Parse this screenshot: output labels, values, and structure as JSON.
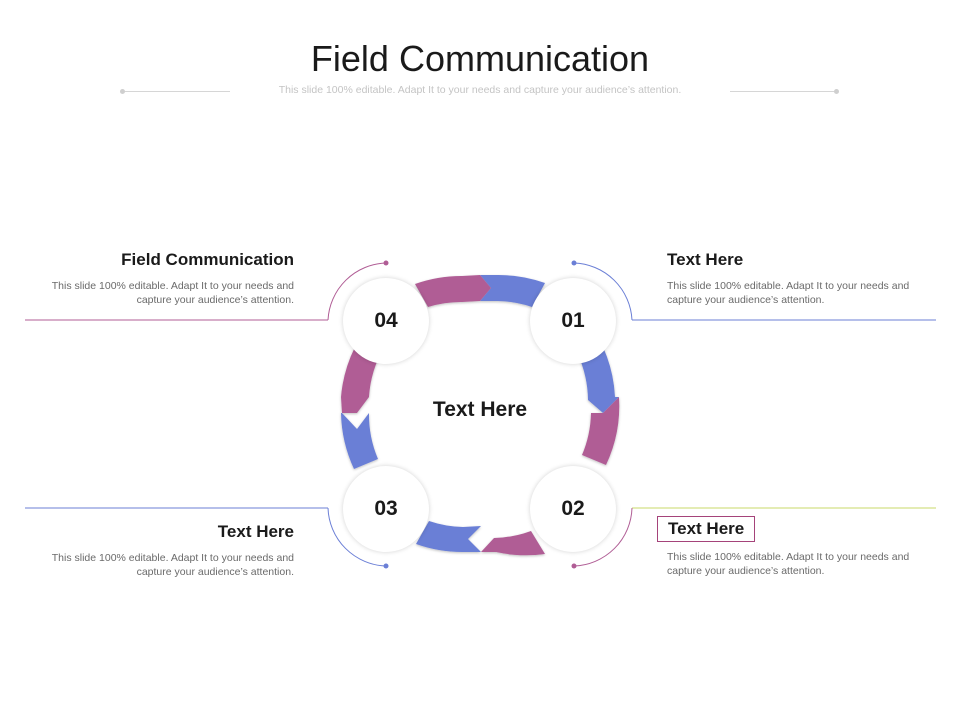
{
  "header": {
    "title": "Field Communication",
    "subtitle": "This slide 100% editable. Adapt  It to your needs and capture your audience’s attention."
  },
  "center": {
    "label": "Text Here"
  },
  "steps": [
    {
      "number": "01",
      "heading": "Text Here",
      "body": "This slide 100% editable. Adapt  It to your needs and capture your audience’s attention."
    },
    {
      "number": "02",
      "heading": "Text Here",
      "body": "This slide 100% editable. Adapt  It to your needs and capture your audience’s attention."
    },
    {
      "number": "03",
      "heading": "Text Here",
      "body": "This slide 100% editable. Adapt  It to your needs and capture your audience’s attention."
    },
    {
      "number": "04",
      "heading": "Field Communication",
      "body": "This slide 100% editable. Adapt  It to your needs and capture your audience’s attention."
    }
  ],
  "colors": {
    "blue": "#6b7fd6",
    "purple": "#b05d95",
    "line_green": "#c9d86a",
    "rule_gray": "#d6d6d6"
  }
}
